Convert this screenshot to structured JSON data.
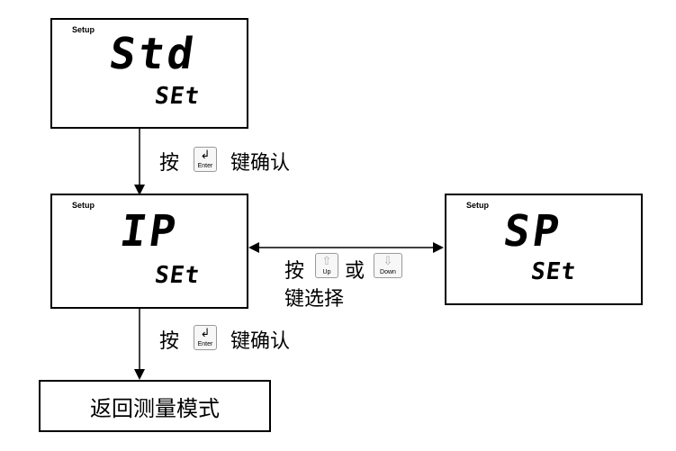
{
  "screen1": {
    "setup": "Setup",
    "main": "Std",
    "sub": "SEt"
  },
  "screen2": {
    "setup": "Setup",
    "main": "IP",
    "sub": "SEt"
  },
  "screen3": {
    "setup": "Setup",
    "main": "SP",
    "sub": "SEt"
  },
  "confirm1": {
    "prefix": "按",
    "key": "Enter",
    "suffix": "键确认"
  },
  "confirm2": {
    "prefix": "按",
    "key": "Enter",
    "suffix": "键确认"
  },
  "select": {
    "prefix": "按",
    "key_up": "Up",
    "or": "或",
    "key_down": "Down",
    "suffix": "键选择"
  },
  "result": {
    "label": "返回测量模式"
  },
  "icons": {
    "enter": "enter-icon",
    "up": "up-arrow-icon",
    "down": "down-arrow-icon"
  }
}
